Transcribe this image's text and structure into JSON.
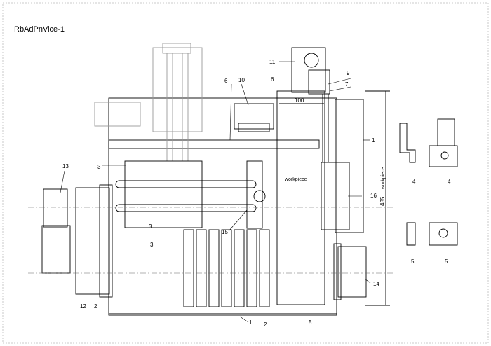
{
  "title": "RbAdPnVice-1",
  "dimensions": {
    "width_100": "100",
    "height_485": "485"
  },
  "workpiece_label": "workpiece",
  "callouts": {
    "c1_top": "1",
    "c1_bottom": "1",
    "c2_left": "2",
    "c2_bottom": "2",
    "c3_top": "3",
    "c3_mid": "3",
    "c3_bottom": "3",
    "c4_a": "4",
    "c4_b": "4",
    "c5_bottom": "5",
    "c5_a": "5",
    "c5_b": "5",
    "c6_top": "6",
    "c6_side": "6",
    "c7": "7",
    "c9": "9",
    "c10": "10",
    "c11": "11",
    "c12": "12",
    "c13": "13",
    "c14": "14",
    "c15": "15",
    "c16": "16"
  }
}
